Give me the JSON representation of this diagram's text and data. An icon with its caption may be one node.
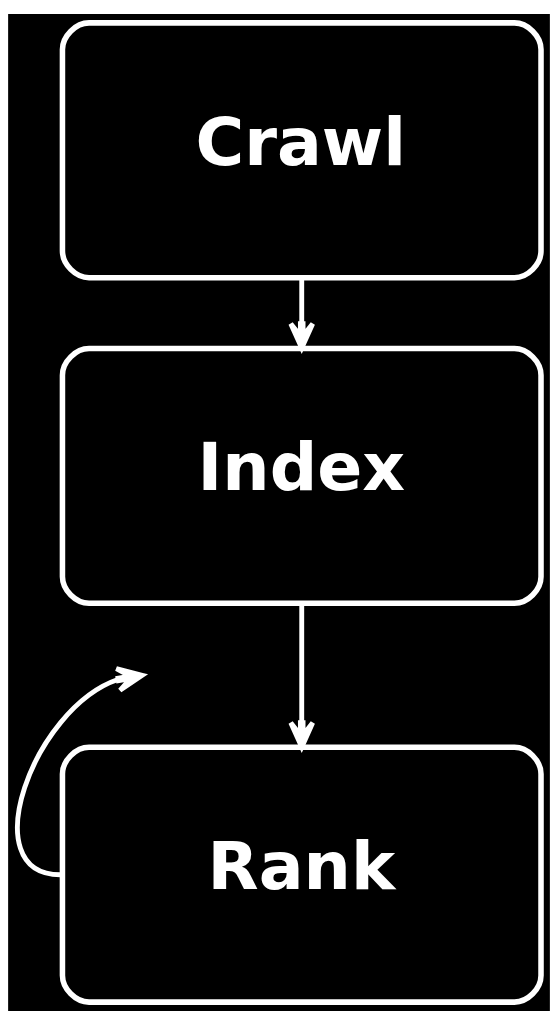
{
  "diagram": {
    "nodes": [
      {
        "text": [
          "Crawl"
        ]
      },
      {
        "text": [
          "Index"
        ]
      },
      {
        "text": [
          "Rank"
        ]
      }
    ],
    "edges": [
      {
        "from": 0,
        "to": 1,
        "arrow": "to"
      },
      {
        "from": 1,
        "to": 2,
        "arrow": "to"
      },
      {
        "from": 2,
        "to": null,
        "arrow": "to"
      }
    ]
  }
}
